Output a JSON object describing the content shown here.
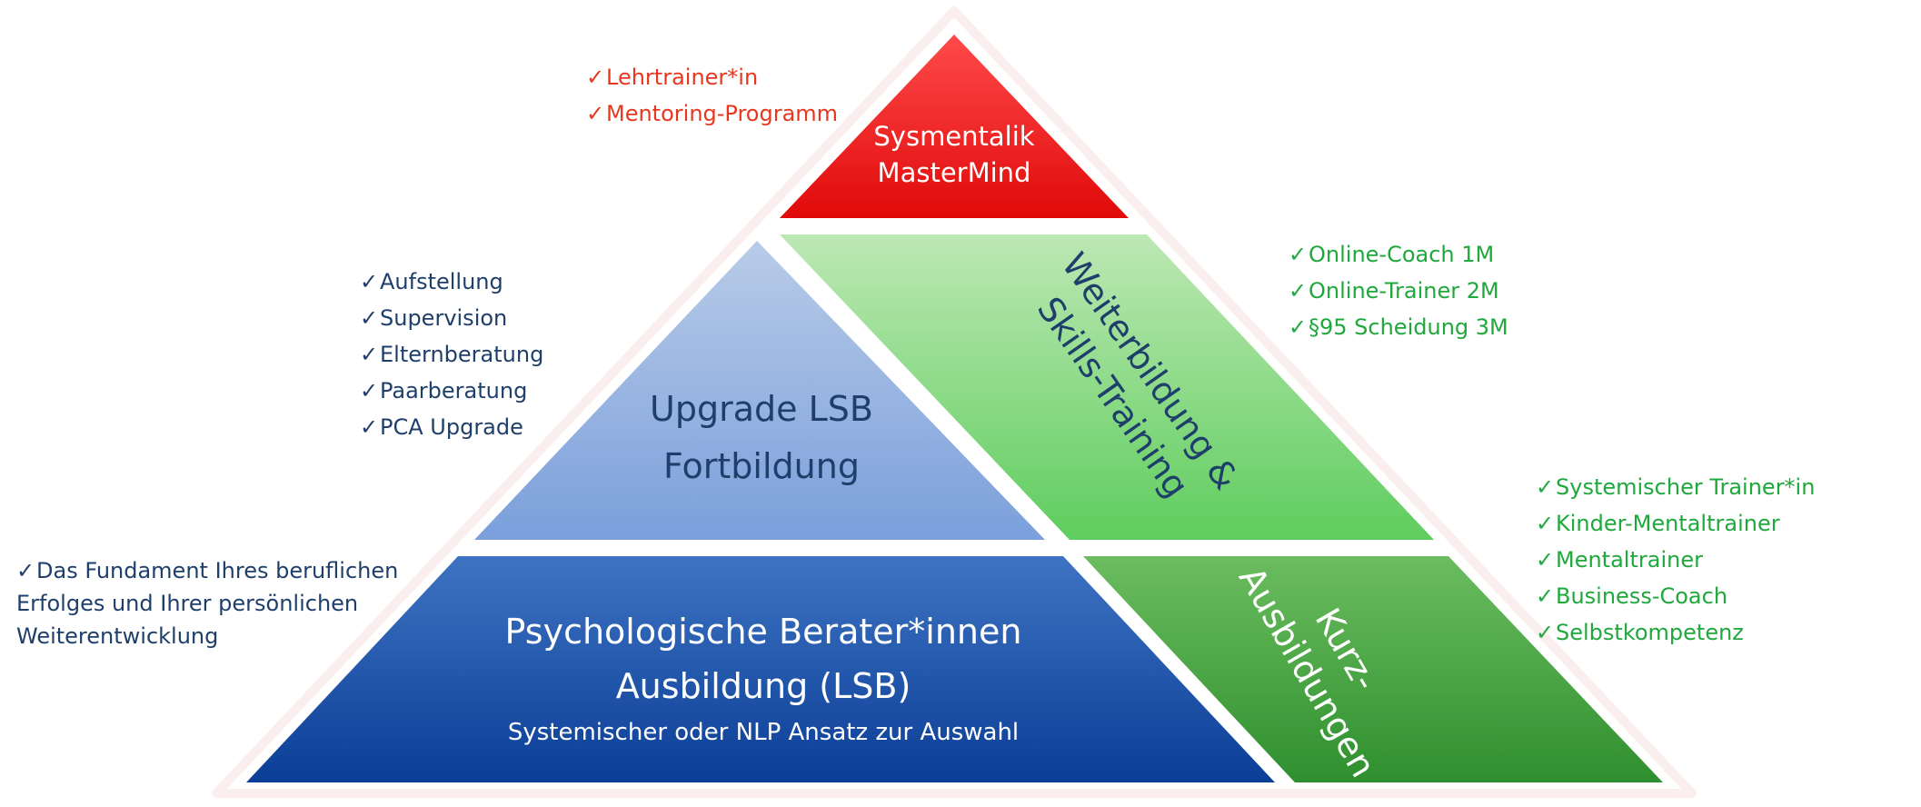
{
  "colors": {
    "red_top": "#ff4a4a",
    "red_bottom": "#e00a0a",
    "blue_light_top": "#b9cbe8",
    "blue_light_bottom": "#7a9fdb",
    "blue_dark_top": "#3e73c2",
    "blue_dark_bottom": "#0b3e96",
    "green_light_top": "#bde8b4",
    "green_light_bottom": "#5fcd5e",
    "green_dark_top": "#6bbd5f",
    "green_dark_bottom": "#2f8f2e",
    "frame": "#fbeeee"
  },
  "pyramid": {
    "top": {
      "line1": "Sysmentalik",
      "line2": "MasterMind"
    },
    "upgrade": {
      "line1": "Upgrade LSB",
      "line2": "Fortbildung"
    },
    "weiter": {
      "line1": "Weiterbildung &",
      "line2": "Skills-Training"
    },
    "base": {
      "line1": "Psychologische Berater*innen",
      "line2": "Ausbildung (LSB)",
      "line3": "Systemischer oder NLP Ansatz zur Auswahl"
    },
    "kurz": {
      "line1": "Kurz-",
      "line2": "Ausbildungen"
    }
  },
  "lists": {
    "check": "✓",
    "top": [
      "Lehrtrainer*in",
      "Mentoring-Programm"
    ],
    "upgrade": [
      "Aufstellung",
      "Supervision",
      "Elternberatung",
      "Paarberatung",
      "PCA Upgrade"
    ],
    "weiter": [
      "Online-Coach 1M",
      "Online-Trainer 2M",
      "§95 Scheidung 3M"
    ],
    "kurz": [
      "Systemischer Trainer*in",
      "Kinder-Mentaltrainer",
      "Mentaltrainer",
      "Business-Coach",
      "Selbstkompetenz"
    ],
    "foundation": [
      "Das Fundament Ihres beruflichen",
      "Erfolges und Ihrer persönlichen",
      "Weiterentwicklung"
    ]
  }
}
